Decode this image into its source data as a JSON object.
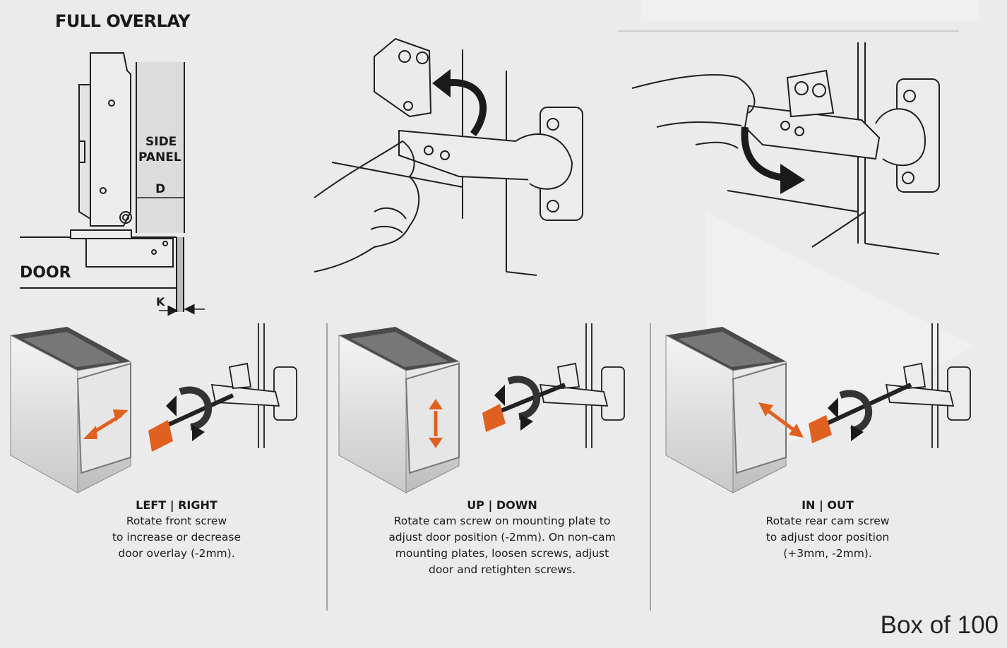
{
  "top_diagram": {
    "title": "FULL OVERLAY",
    "side_panel_label_line1": "SIDE",
    "side_panel_label_line2": "PANEL",
    "dimension_d": "D",
    "door_label": "DOOR",
    "dimension_k": "K"
  },
  "panels": [
    {
      "heading": "LEFT | RIGHT",
      "line1": "Rotate front screw",
      "line2": "to increase or decrease",
      "line3": "door overlay (-2mm).",
      "line4": ""
    },
    {
      "heading": "UP | DOWN",
      "line1": "Rotate cam screw on mounting plate to",
      "line2": "adjust door position (-2mm). On non-cam",
      "line3": "mounting plates, loosen screws, adjust",
      "line4": "door and retighten screws."
    },
    {
      "heading": "IN | OUT",
      "line1": "Rotate rear cam screw",
      "line2": "to adjust door position",
      "line3": "(+3mm, -2mm).",
      "line4": ""
    }
  ],
  "footer": {
    "box_label": "Box of 100"
  },
  "colors": {
    "accent": "#e0611f",
    "line": "#1f1f1f",
    "background": "#ebebeb"
  }
}
